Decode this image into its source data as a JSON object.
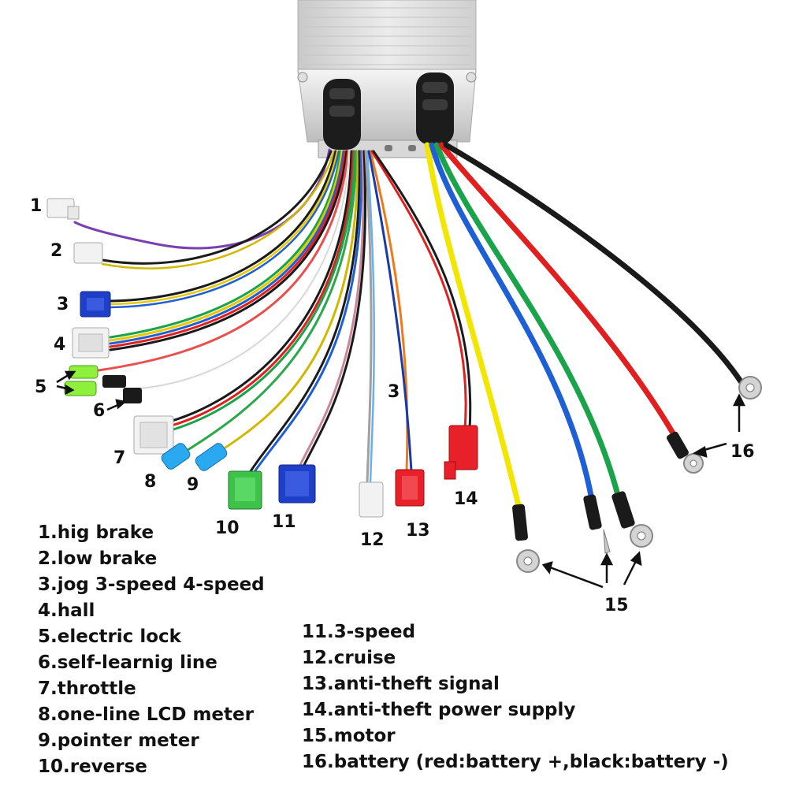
{
  "callouts": {
    "n1": "1",
    "n2": "2",
    "n3": "3",
    "n4": "4",
    "n5": "5",
    "n6": "6",
    "n7": "7",
    "n8": "8",
    "n9": "9",
    "n10": "10",
    "n11": "11",
    "n12": "12",
    "n13": "13",
    "n14": "14",
    "n3b": "3",
    "n15": "15",
    "n16": "16"
  },
  "legend": {
    "left": [
      "1.hig brake",
      "2.low brake",
      "3.jog 3-speed 4-speed",
      "4.hall",
      "5.electric lock",
      "6.self-learnig line",
      "7.throttle",
      "8.one-line LCD meter",
      "9.pointer meter",
      "10.reverse"
    ],
    "right": [
      "11.3-speed",
      "12.cruise",
      "13.anti-theft signal",
      "14.anti-theft power supply",
      "15.motor",
      "16.battery (red:battery +,black:battery -)"
    ]
  },
  "colors": {
    "housing": "#dcdcdc",
    "grommet": "#1c1c1c",
    "wire_yellow": "#f2e600",
    "wire_blue": "#1f5fd6",
    "wire_green": "#1aa34a",
    "wire_red": "#e02020",
    "wire_black": "#1a1a1a",
    "wire_purple": "#7a3fb0",
    "wire_orange": "#f07a1a",
    "conn_white": "#f2f2f2",
    "conn_blue": "#1e3fc8",
    "conn_green": "#3ec24a",
    "conn_red": "#e8202a",
    "conn_lime": "#8cf03c",
    "conn_cyan": "#2aa8f0"
  }
}
